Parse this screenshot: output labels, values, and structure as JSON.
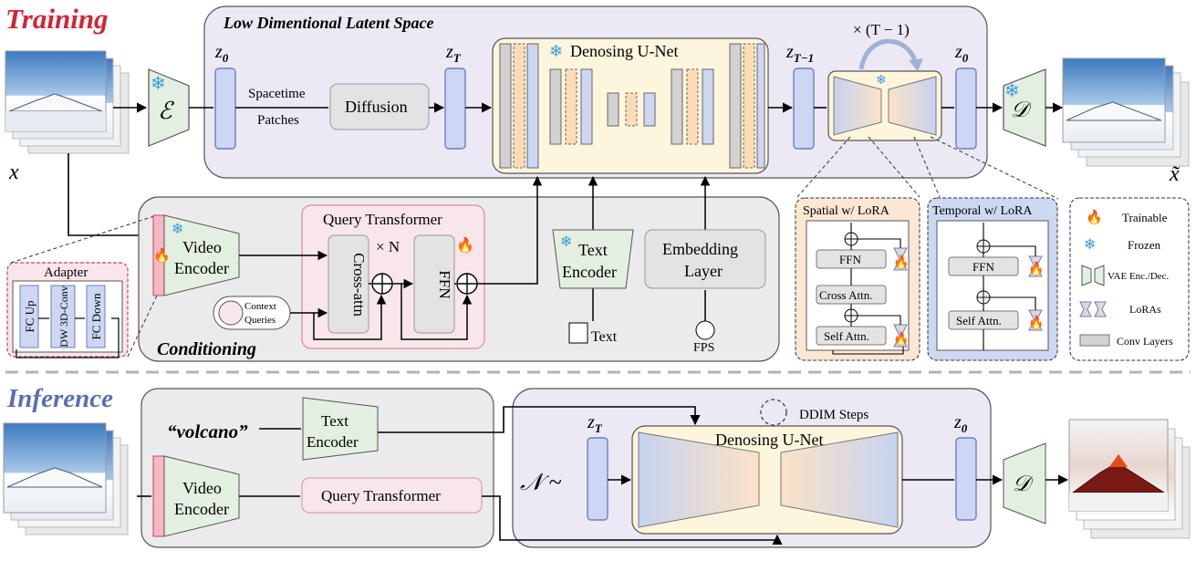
{
  "sections": {
    "training": "Training",
    "inference": "Inference"
  },
  "latent_space": {
    "title": "Low Dimentional Latent Space",
    "z0_in": "z",
    "z0_in_sub": "0",
    "zT": "z",
    "zT_sub": "T",
    "spacetime_line1": "Spacetime",
    "spacetime_line2": "Patches",
    "diffusion": "Diffusion",
    "unet_title": "Denosing U-Net",
    "zT1": "z",
    "zT1_sub": "T−1",
    "loop_label": "× (T − 1)",
    "z0_out": "z",
    "z0_out_sub": "0"
  },
  "training": {
    "input_var": "x",
    "output_var": "x̃",
    "encoder_symbol": "ℰ",
    "decoder_symbol": "𝒟"
  },
  "conditioning": {
    "title": "Conditioning",
    "adapter_title": "Adapter",
    "adapter_blocks": [
      "FC Up",
      "DW 3D-Conv",
      "FC Down"
    ],
    "video_encoder_line1": "Video",
    "video_encoder_line2": "Encoder",
    "context_line1": "Context",
    "context_line2": "Queries",
    "qt_title": "Query Transformer",
    "cross_attn": "Cross-attn",
    "times_n": "× N",
    "ffn": "FFN",
    "text_encoder_line1": "Text",
    "text_encoder_line2": "Encoder",
    "text_label": "Text",
    "embedding_line1": "Embedding",
    "embedding_line2": "Layer",
    "fps_label": "FPS"
  },
  "spatial": {
    "title": "Spatial w/ LoRA",
    "ffn": "FFN",
    "cross_attn": "Cross Attn.",
    "self_attn": "Self Attn."
  },
  "temporal": {
    "title": "Temporal w/ LoRA",
    "ffn": "FFN",
    "self_attn": "Self Attn."
  },
  "legend": {
    "items": [
      {
        "icon": "flame-icon",
        "label": "Trainable"
      },
      {
        "icon": "snowflake-icon",
        "label": "Frozen"
      },
      {
        "icon": "vae-icon",
        "label": "VAE Enc./Dec."
      },
      {
        "icon": "lora-icon",
        "label": "LoRAs"
      },
      {
        "icon": "conv-icon",
        "label": "Conv Layers"
      }
    ]
  },
  "inference": {
    "prompt": "“volcano”",
    "text_encoder_line1": "Text",
    "text_encoder_line2": "Encoder",
    "video_encoder_line1": "Video",
    "video_encoder_line2": "Encoder",
    "query_transformer": "Query Transformer",
    "noise": "𝒩 ~",
    "zT": "z",
    "zT_sub": "T",
    "ddim": "DDIM Steps",
    "unet_title": "Denosing U-Net",
    "z0": "z",
    "z0_sub": "0",
    "decoder_symbol": "𝒟"
  },
  "colors": {
    "training_title": "#d42434",
    "inference_title": "#5a6fb0",
    "latent_bg": "#ece9f4",
    "cond_bg": "#ebebed",
    "pink_bg": "#f9e6ea",
    "pink_border": "#e08a9a",
    "blue_block": "#cdd6f2",
    "blue_border": "#6b7fc4",
    "vae_green": "#e3efe0",
    "unet_bg": "#fdf6dc",
    "orange_block": "#fbdcb7",
    "gray_block": "#d2d2d2",
    "spatial_bg": "#fbe7d3",
    "temporal_bg": "#cdd9f2"
  }
}
